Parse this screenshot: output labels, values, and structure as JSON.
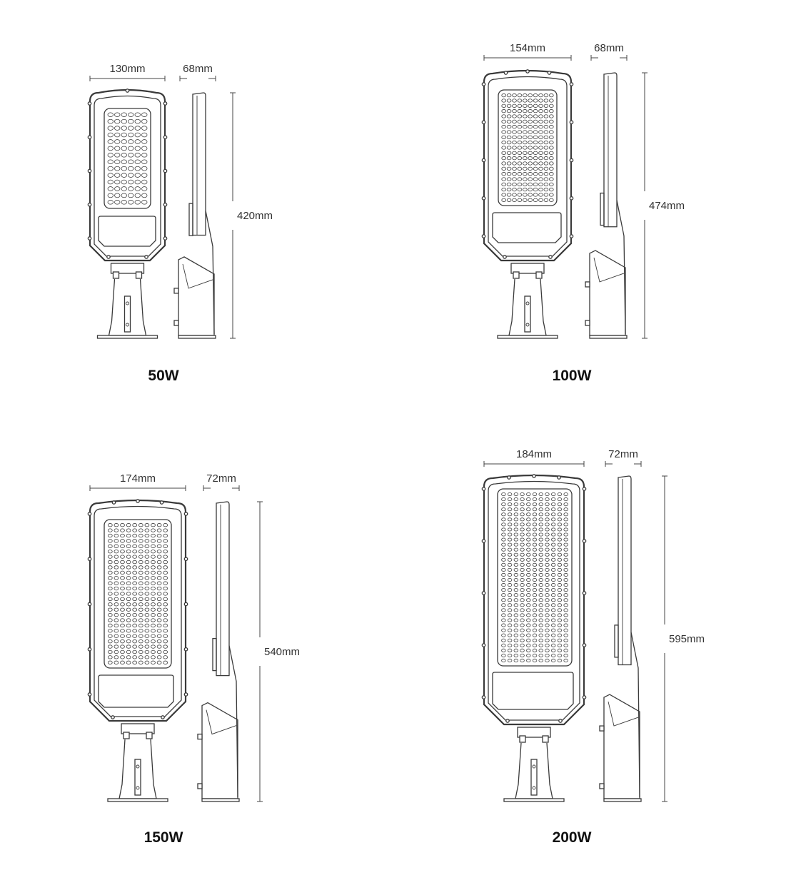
{
  "colors": {
    "line": "#3a3a3a",
    "text": "#333333",
    "label": "#111111",
    "background": "#ffffff"
  },
  "models": [
    {
      "id": "50w",
      "label": "50W",
      "width": "130mm",
      "depth": "68mm",
      "height": "420mm",
      "led_grid": {
        "cols": 6,
        "rows": 14
      }
    },
    {
      "id": "100w",
      "label": "100W",
      "width": "154mm",
      "depth": "68mm",
      "height": "474mm",
      "led_grid": {
        "cols": 10,
        "rows": 21
      }
    },
    {
      "id": "150w",
      "label": "150W",
      "width": "174mm",
      "depth": "72mm",
      "height": "540mm",
      "led_grid": {
        "cols": 10,
        "rows": 27
      }
    },
    {
      "id": "200w",
      "label": "200W",
      "width": "184mm",
      "depth": "72mm",
      "height": "595mm",
      "led_grid": {
        "cols": 11,
        "rows": 34
      }
    }
  ]
}
